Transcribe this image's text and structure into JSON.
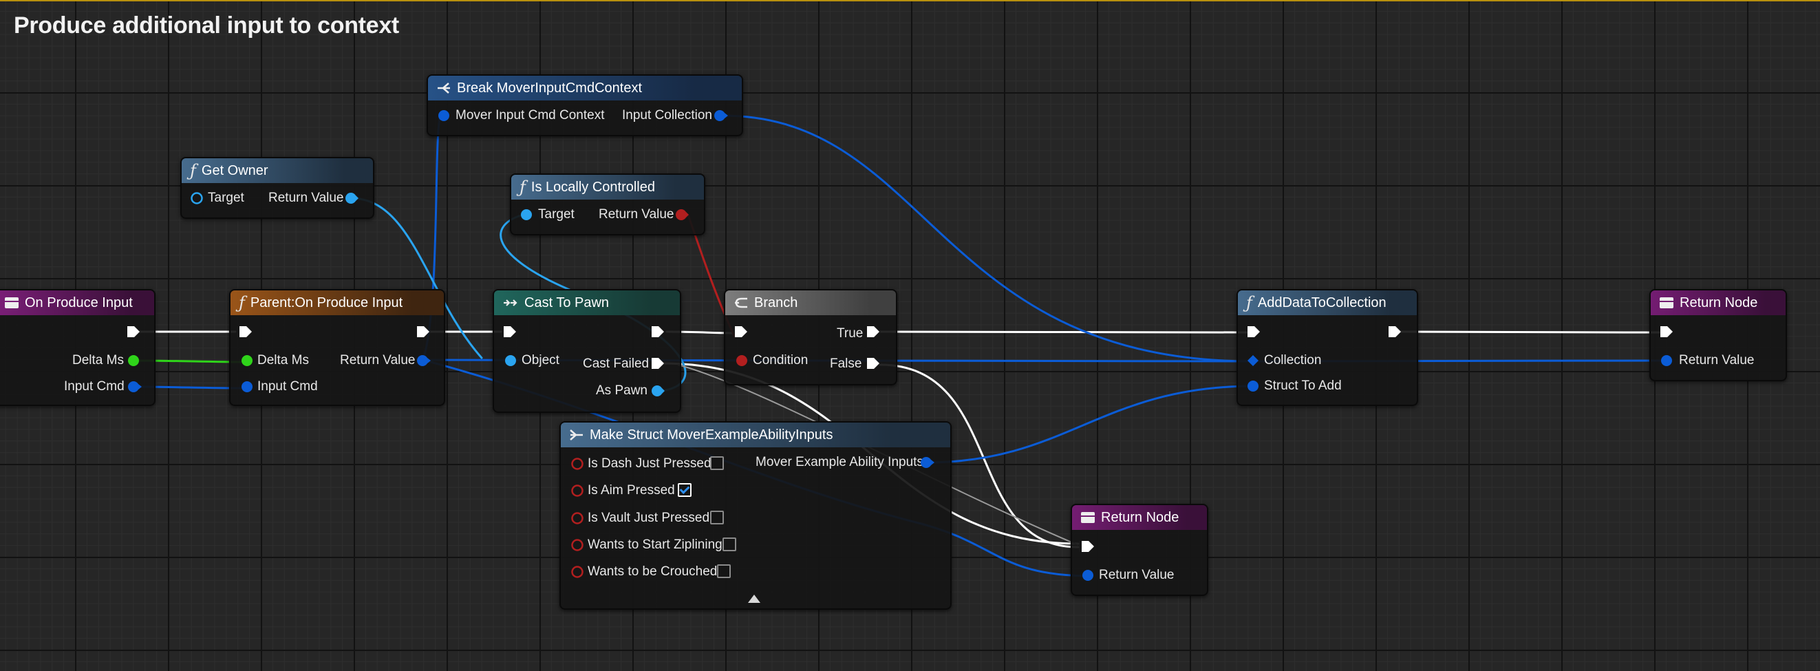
{
  "graph_title": "Produce additional input to context",
  "colors": {
    "exec": "#ffffff",
    "struct": "#0b5cd6",
    "object": "#2aa4f0",
    "float": "#2fd41a",
    "bool": "#b21f1f",
    "title_bar": "#b8900d"
  },
  "nodes": {
    "on_produce_input": {
      "title": "On Produce Input",
      "icon": "event-icon",
      "pins": {
        "delta_ms": "Delta Ms",
        "input_cmd": "Input Cmd"
      }
    },
    "parent_on_produce_input": {
      "title": "Parent:On Produce Input",
      "icon": "function-icon",
      "pins": {
        "delta_ms": "Delta Ms",
        "input_cmd": "Input Cmd",
        "return_value": "Return Value"
      }
    },
    "get_owner": {
      "title": "Get Owner",
      "icon": "function-icon",
      "pins": {
        "target": "Target",
        "return_value": "Return Value"
      }
    },
    "break_context": {
      "title": "Break MoverInputCmdContext",
      "icon": "break-struct-icon",
      "pins": {
        "context": "Mover Input Cmd Context",
        "input_collection": "Input Collection"
      }
    },
    "is_locally_controlled": {
      "title": "Is Locally Controlled",
      "icon": "function-icon",
      "pins": {
        "target": "Target",
        "return_value": "Return Value"
      }
    },
    "cast_to_pawn": {
      "title": "Cast To Pawn",
      "icon": "cast-icon",
      "pins": {
        "object": "Object",
        "cast_failed": "Cast Failed",
        "as_pawn": "As Pawn"
      }
    },
    "branch": {
      "title": "Branch",
      "icon": "branch-icon",
      "pins": {
        "condition": "Condition",
        "true": "True",
        "false": "False"
      }
    },
    "make_struct": {
      "title": "Make Struct MoverExampleAbilityInputs",
      "icon": "make-struct-icon",
      "fields": [
        {
          "label": "Is Dash Just Pressed",
          "checked": false
        },
        {
          "label": "Is Aim Pressed",
          "checked": true
        },
        {
          "label": "Is Vault Just Pressed",
          "checked": false
        },
        {
          "label": "Wants to Start Ziplining",
          "checked": false
        },
        {
          "label": "Wants to be Crouched",
          "checked": false
        }
      ],
      "output": "Mover Example Ability Inputs"
    },
    "add_data_to_collection": {
      "title": "AddDataToCollection",
      "icon": "function-icon",
      "pins": {
        "collection": "Collection",
        "struct_to_add": "Struct To Add"
      }
    },
    "return_node_1": {
      "title": "Return Node",
      "icon": "return-icon",
      "pins": {
        "return_value": "Return Value"
      }
    },
    "return_node_2": {
      "title": "Return Node",
      "icon": "return-icon",
      "pins": {
        "return_value": "Return Value"
      }
    }
  }
}
